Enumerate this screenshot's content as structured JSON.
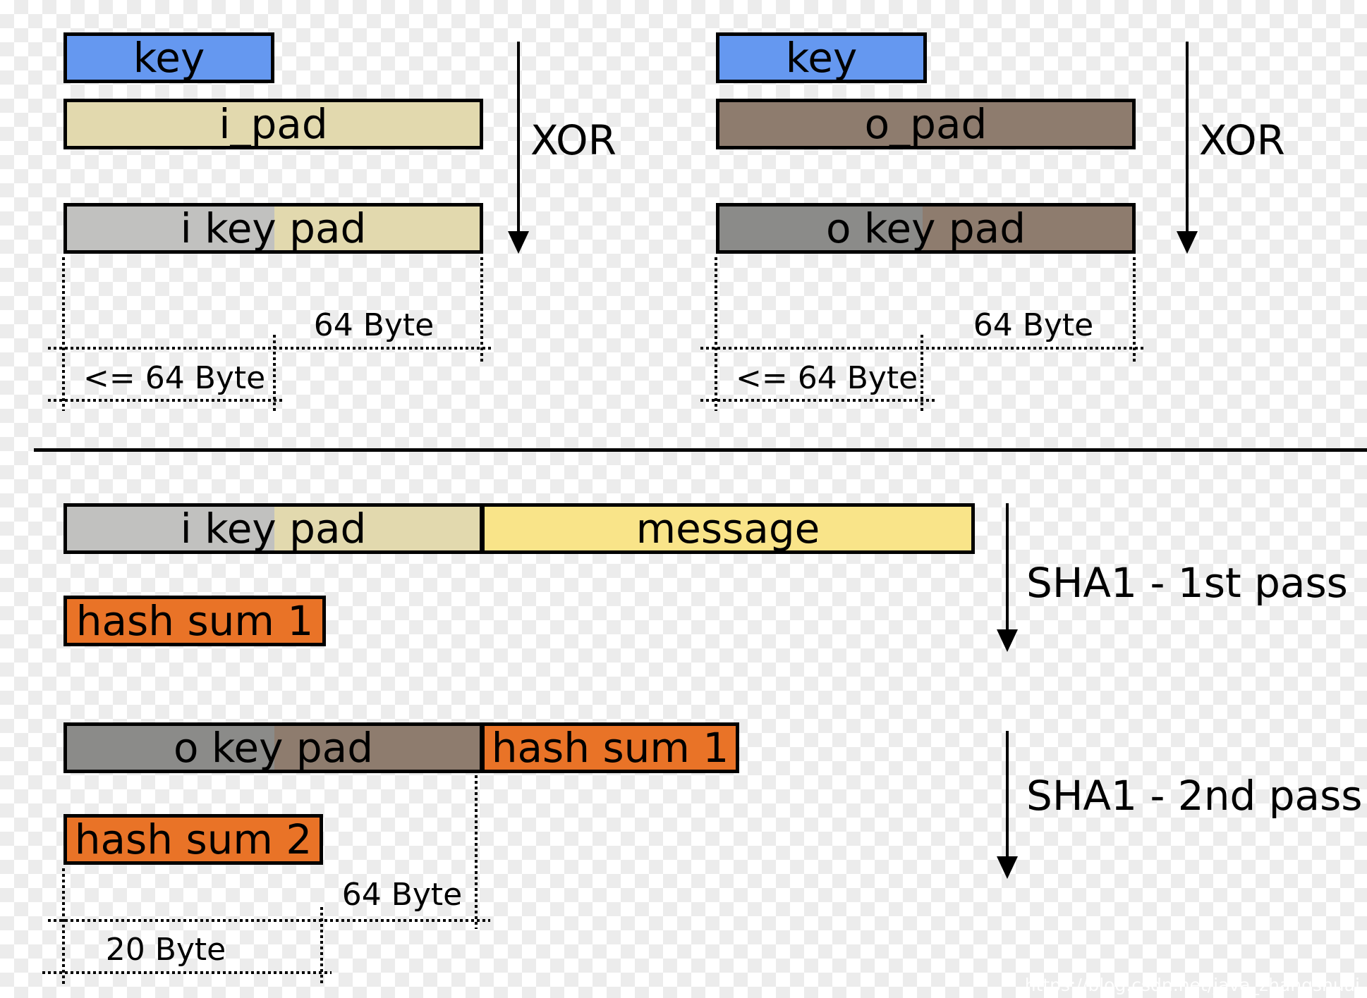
{
  "top_left": {
    "key_label": "key",
    "ipad_label": "i_pad",
    "ikeypad_label": "i key pad",
    "xor_label": "XOR",
    "size_label": "64 Byte",
    "key_size_label": "<= 64 Byte"
  },
  "top_right": {
    "key_label": "key",
    "opad_label": "o_pad",
    "okeypad_label": "o key pad",
    "xor_label": "XOR",
    "size_label": "64 Byte",
    "key_size_label": "<= 64 Byte"
  },
  "middle": {
    "ikeypad_label": "i key pad",
    "message_label": "message",
    "pass_label": "SHA1 - 1st pass",
    "hash1_label": "hash sum 1"
  },
  "bottom": {
    "okeypad_label": "o key pad",
    "hash1_label": "hash sum 1",
    "pass_label": "SHA1 - 2nd pass",
    "hash2_label": "hash sum 2",
    "size_label": "64 Byte",
    "hash_size_label": "20 Byte"
  },
  "watermark": "https://blog.csdn.net/java_zhangshuai",
  "colors": {
    "key_blue": "#6598f0",
    "pad_tan": "#e2d9ae",
    "key_gray_light": "#c1c1bf",
    "opad_brown": "#8e7c6e",
    "key_gray_dark": "#8b8b89",
    "message_yellow": "#f9e489",
    "hash_orange": "#e97327"
  }
}
